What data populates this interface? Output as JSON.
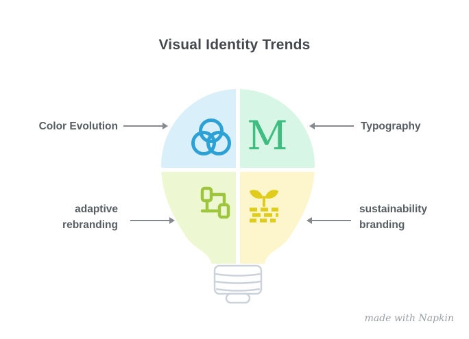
{
  "title": "Visual Identity Trends",
  "diagram": {
    "shape": "lightbulb-quadrants",
    "quadrants": [
      {
        "position": "top-left",
        "label": "Color Evolution",
        "icon": "overlapping-circles-color-icon",
        "bg_color": "#d9effa",
        "icon_color": "#2ba1d6"
      },
      {
        "position": "top-right",
        "label": "Typography",
        "icon": "serif-letter-m-icon",
        "bg_color": "#d8f6e6",
        "icon_color": "#3fbd80",
        "icon_glyph": "M"
      },
      {
        "position": "bottom-left",
        "label_line1": "adaptive",
        "label_line2": "rebranding",
        "icon": "workflow-nodes-icon",
        "bg_color": "#edf8d2",
        "icon_color": "#9dc53d"
      },
      {
        "position": "bottom-right",
        "label_line1": "sustainability",
        "label_line2": "branding",
        "icon": "sprout-plant-icon",
        "bg_color": "#fdf5cc",
        "icon_color": "#e0cc1c"
      }
    ],
    "arrow_color": "#85898d",
    "bulb_base_color": "#ccd2d9",
    "label_color": "#585d62"
  },
  "watermark": "made with Napkin"
}
